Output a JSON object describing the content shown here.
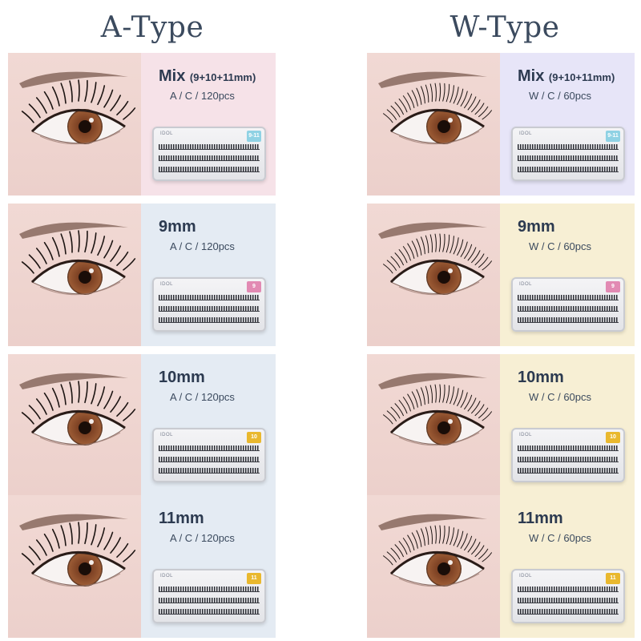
{
  "titles": {
    "a_type": "A-Type",
    "w_type": "W-Type"
  },
  "brand_text": "IDOL",
  "colors": {
    "title": "#3b4a5e",
    "label": "#2c3a50",
    "a_mix_bg": "#f6e2e8",
    "a_other_bg": "#e4ebf3",
    "w_mix_bg": "#e7e5f8",
    "w_other_bg": "#f7efd4",
    "badge_blue": "#8fd2e4",
    "badge_pink": "#e28ab3",
    "badge_yellow": "#e9b82e"
  },
  "a_items": [
    {
      "size": "Mix",
      "size_sub": "(9+10+11mm)",
      "spec": "A / C / 120pcs",
      "badge": "9-11"
    },
    {
      "size": "9mm",
      "size_sub": "",
      "spec": "A / C / 120pcs",
      "badge": "9"
    },
    {
      "size": "10mm",
      "size_sub": "",
      "spec": "A / C / 120pcs",
      "badge": "10"
    },
    {
      "size": "11mm",
      "size_sub": "",
      "spec": "A / C / 120pcs",
      "badge": "11"
    }
  ],
  "w_items": [
    {
      "size": "Mix",
      "size_sub": "(9+10+11mm)",
      "spec": "W / C / 60pcs",
      "badge": "9-11"
    },
    {
      "size": "9mm",
      "size_sub": "",
      "spec": "W / C / 60pcs",
      "badge": "9"
    },
    {
      "size": "10mm",
      "size_sub": "",
      "spec": "W / C / 60pcs",
      "badge": "10"
    },
    {
      "size": "11mm",
      "size_sub": "",
      "spec": "W / C / 60pcs",
      "badge": "11"
    }
  ]
}
